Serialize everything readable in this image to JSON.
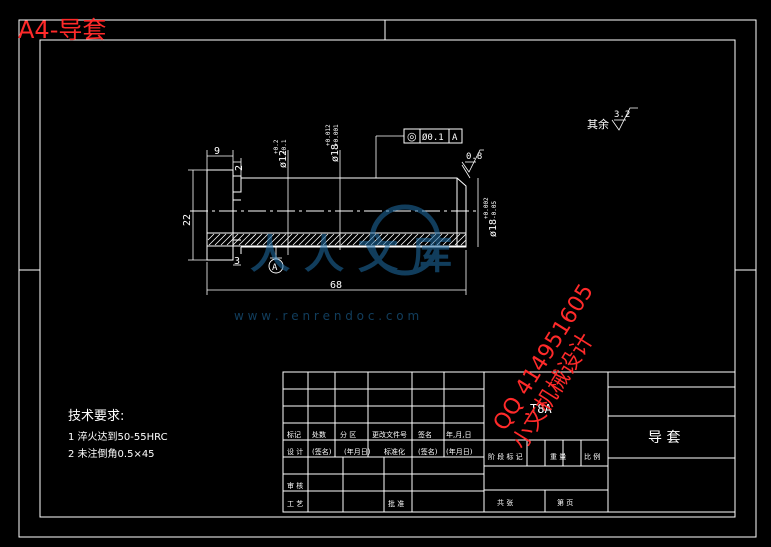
{
  "sheet": {
    "label": "A4-导套"
  },
  "part": {
    "dim_width_top": "9",
    "dim_step_small": "2",
    "dim_height": "22",
    "dim_chamfer_left": "3",
    "dim_length": "68",
    "dia_bore_left": "ø12",
    "tol_bore_left_upper": "+0.2",
    "tol_bore_left_lower": "+0.1",
    "dia_bore_mid": "ø18",
    "tol_bore_mid_upper": "+0.012",
    "tol_bore_mid_lower": "+0.001",
    "dia_outer_right": "ø18",
    "tol_outer_right_upper": "+0.002",
    "tol_outer_right_lower": "-0.05",
    "gdt_symbol": "◎",
    "gdt_tolerance": "Ø0.1",
    "gdt_datum": "A",
    "datum_label": "A",
    "roughness_value": "0.8"
  },
  "note_other": {
    "label": "其余",
    "value": "3.2"
  },
  "watermark": {
    "brand": "人人文库",
    "url": "w w w . r e n r e n d o c . c o m"
  },
  "tech": {
    "title": "技术要求:",
    "items": [
      "1  淬火达到50-55HRC",
      "2  未注倒角0.5×45"
    ]
  },
  "stamp": {
    "line1": "QQ 414951605",
    "line2": "小文机械设计"
  },
  "title_block": {
    "material": "T8A",
    "name": "导 套",
    "row_labels_1": [
      "标记",
      "处数",
      "分 区",
      "更改文件号",
      "签名",
      "年,月,日"
    ],
    "row_labels_2": [
      "设 计",
      "(签名)",
      "(年月日)",
      "标准化",
      "(签名)",
      "(年月日)"
    ],
    "stage_labels": [
      "阶 段 标 记",
      "重 量",
      "比 例"
    ],
    "review": "审 核",
    "process": "工 艺",
    "approve": "批 准",
    "sheets": [
      "共    张",
      "第    页"
    ]
  }
}
